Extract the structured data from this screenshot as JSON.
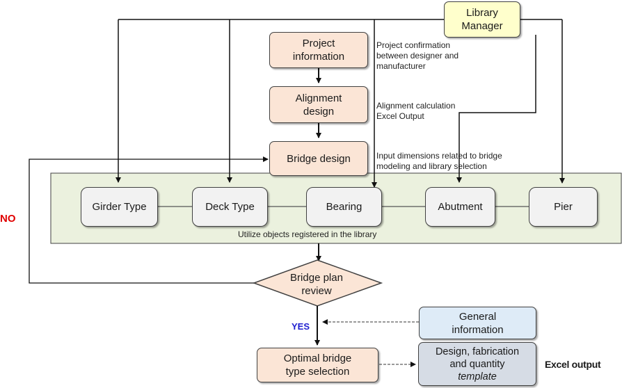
{
  "library_manager": "Library Manager",
  "steps": {
    "project_information": "Project information",
    "alignment_design": "Alignment design",
    "bridge_design": "Bridge design",
    "bridge_plan_review": "Bridge plan review",
    "optimal_bridge_type_selection": "Optimal bridge type selection"
  },
  "notes": {
    "project": [
      "Project confirmation",
      "between designer and",
      "manufacturer"
    ],
    "alignment": [
      "Alignment calculation",
      "Excel Output"
    ],
    "bridge": [
      "Input dimensions related to bridge",
      "modeling and library selection"
    ]
  },
  "library_objects": {
    "girder": "Girder Type",
    "deck": "Deck Type",
    "bearing": "Bearing",
    "abutment": "Abutment",
    "pier": "Pier",
    "caption": "Utilize objects registered in the library"
  },
  "decision": {
    "no": "NO",
    "yes": "YES"
  },
  "inputs": {
    "general_information": "General information",
    "template": [
      "Design, fabrication",
      "and quantity",
      "template"
    ]
  },
  "excel_output": "Excel output",
  "colors": {
    "process": "#fbe5d6",
    "library_object": "#f2f2f2",
    "library_area": "#ebf1de",
    "library_manager": "#ffffcc",
    "general_info": "#deebf7",
    "template": "#d6dce5",
    "no_label": "#e00000",
    "yes_label": "#1f1fd0"
  }
}
